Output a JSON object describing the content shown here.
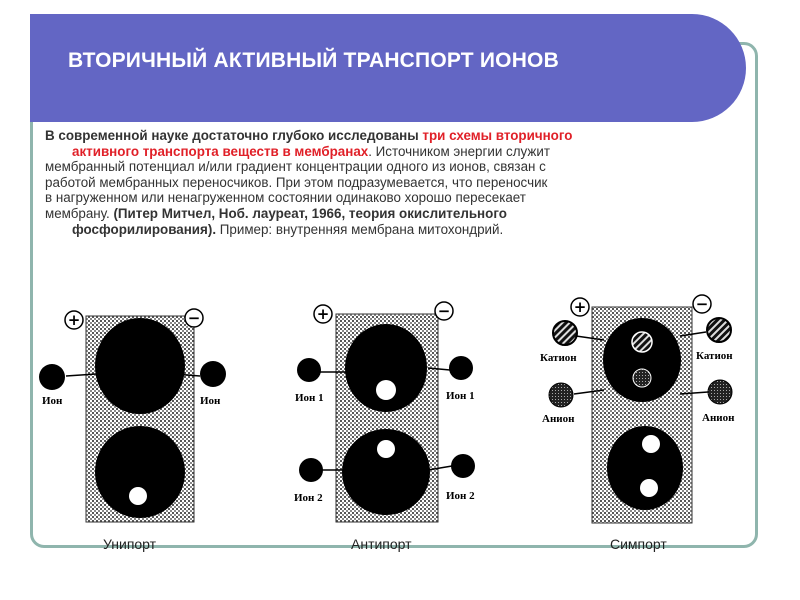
{
  "title": "ВТОРИЧНЫЙ АКТИВНЫЙ ТРАНСПОРТ ИОНОВ",
  "body": {
    "l1_a": "В современной науке достаточно глубоко исследованы ",
    "l1_b": "три схемы вторичного",
    "l2_a": "активного транспорта веществ в мембранах",
    "l2_b": ". Источником энергии служит",
    "l3": "мембранный потенциал и/или градиент концентрации одного из ионов, связан с",
    "l4": "работой мембранных переносчиков. При этом подразумевается, что переносчик",
    "l5": "в нагруженном или ненагруженном состоянии одинаково хорошо пересекает",
    "l6_a": "мембрану. ",
    "l6_b": "(Питер Митчел, Ноб. лауреат, 1966, теория окислительного",
    "l7_a": "фосфорилирования).",
    "l7_b": " Пример: внутренняя мембрана митохондрий."
  },
  "diagrams": {
    "plus": "+",
    "minus": "−",
    "uniport": {
      "caption": "Унипорт",
      "ion_left": "Ион",
      "ion_right": "Ион"
    },
    "antiport": {
      "caption": "Антипорт",
      "ion1_left": "Ион 1",
      "ion1_right": "Ион 1",
      "ion2_left": "Ион 2",
      "ion2_right": "Ион 2"
    },
    "symport": {
      "caption": "Симпорт",
      "cation_left": "Катион",
      "cation_right": "Катион",
      "anion_left": "Анион",
      "anion_right": "Анион"
    }
  },
  "colors": {
    "banner": "#6366c4",
    "frame": "#8fb5ad",
    "highlight": "#e02028"
  }
}
